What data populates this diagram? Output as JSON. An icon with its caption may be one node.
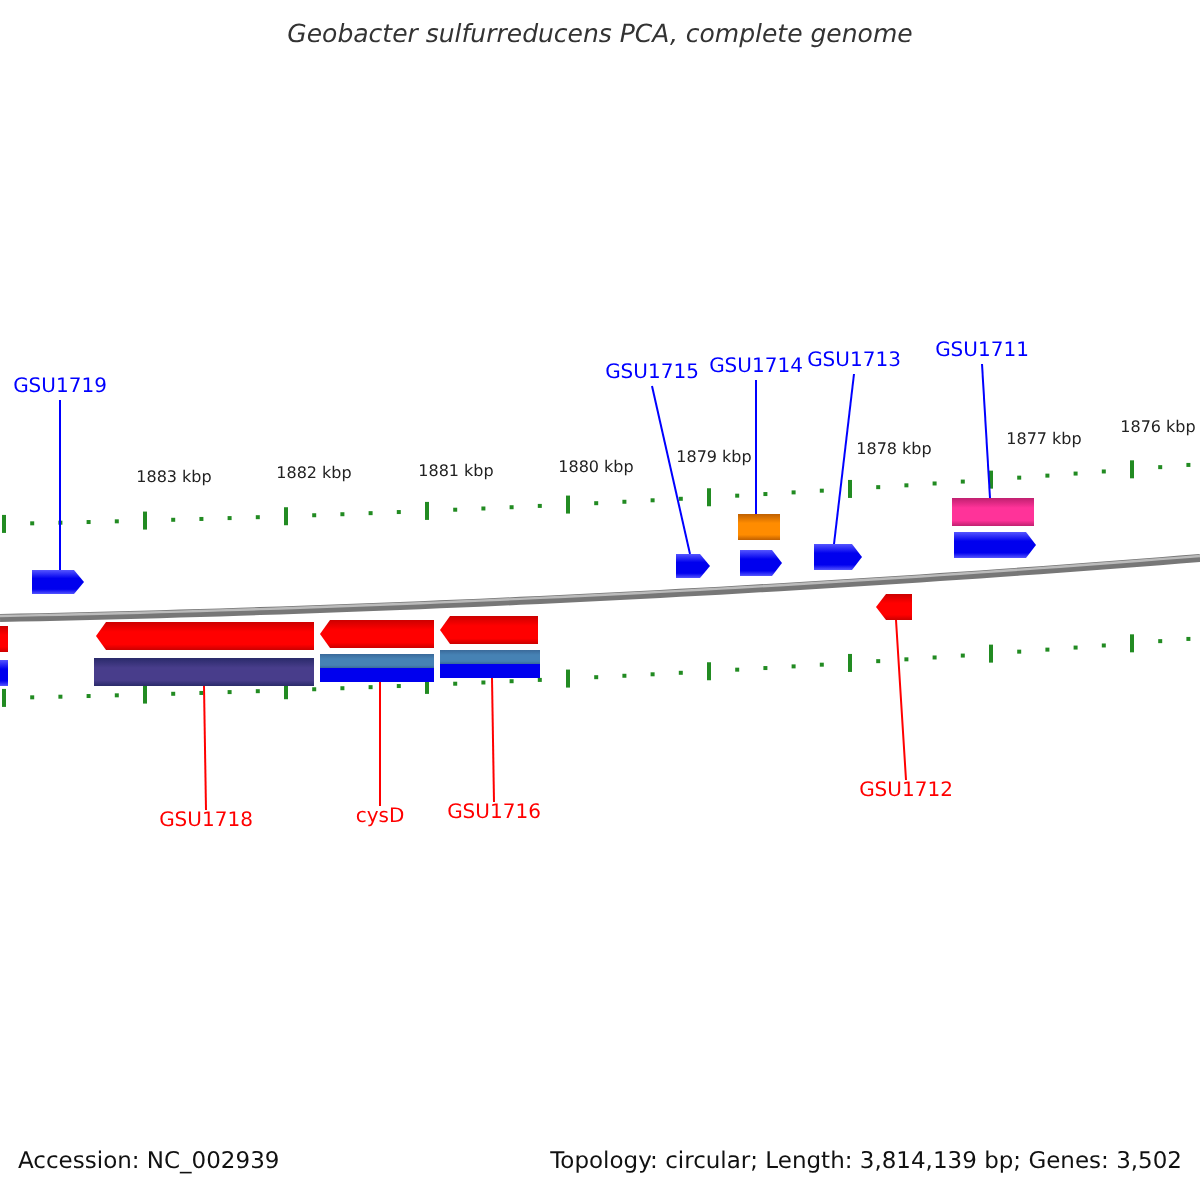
{
  "diagram": {
    "title": "Geobacter sulfurreducens PCA, complete genome",
    "nodes": [
      {
        "text": [
          "GSU1719"
        ]
      },
      {
        "text": [
          "GSU1715"
        ]
      },
      {
        "text": [
          "GSU1714"
        ]
      },
      {
        "text": [
          "GSU1713"
        ]
      },
      {
        "text": [
          "GSU1711"
        ]
      },
      {
        "text": [
          "GSU1718"
        ]
      },
      {
        "text": [
          "cysD"
        ]
      },
      {
        "text": [
          "GSU1716"
        ]
      },
      {
        "text": [
          "GSU1712"
        ]
      },
      {
        "text": [],
        "shape": "box"
      },
      {
        "text": [],
        "shape": "box"
      },
      {
        "text": [],
        "shape": "pentagon"
      },
      {
        "text": [],
        "shape": "pentagon"
      },
      {
        "text": [],
        "shape": "box"
      },
      {
        "text": [],
        "shape": "pentagon"
      },
      {
        "text": [],
        "shape": "box"
      },
      {
        "text": [],
        "shape": "pentagon"
      },
      {
        "text": [],
        "shape": "box"
      },
      {
        "text": [],
        "shape": "pentagon"
      },
      {
        "text": [],
        "shape": "box"
      },
      {
        "text": [],
        "shape": "pentagon"
      },
      {
        "text": [],
        "shape": "pentagon"
      },
      {
        "text": [],
        "shape": "pentagon"
      },
      {
        "text": [],
        "shape": "box"
      },
      {
        "text": [],
        "shape": "pentagon"
      }
    ],
    "edges": [
      {
        "from": 0,
        "to": 11,
        "arrow": "none"
      },
      {
        "from": 1,
        "to": 18,
        "arrow": "none"
      },
      {
        "from": 2,
        "to": 19,
        "arrow": "none"
      },
      {
        "from": 3,
        "to": 21,
        "arrow": "none"
      },
      {
        "from": 4,
        "to": 23,
        "arrow": "none"
      },
      {
        "from": 5,
        "to": 13,
        "arrow": "none",
        "color": "#ff0000"
      },
      {
        "from": 6,
        "to": 15,
        "arrow": "none",
        "color": "#ff0000"
      },
      {
        "from": 7,
        "to": 17,
        "arrow": "none",
        "color": "#ff0000"
      },
      {
        "from": 8,
        "to": 22,
        "arrow": "none",
        "color": "#ff0000"
      }
    ],
    "labels": [
      "1883 kbp",
      "1882 kbp",
      "1881 kbp",
      "1880 kbp",
      "1879 kbp",
      "1878 kbp",
      "1877 kbp",
      "1876 kbp",
      "Accession: NC_002939",
      "Topology: circular; Length: 3,814,139 bp; Genes: 3,502"
    ]
  }
}
